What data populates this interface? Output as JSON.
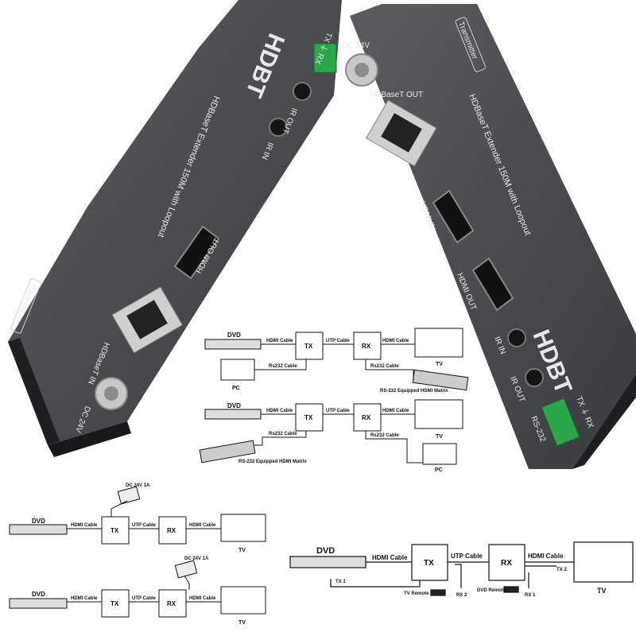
{
  "device_left": {
    "brand": "HDBT",
    "badge": "Receiver",
    "model": "HDBaseT Extender 150M with Loopout",
    "ports": {
      "ir_in": "IR IN",
      "ir_out": "IR OUT",
      "hdmi_out": "HDMI OUT",
      "hdbaset_in": "HDBaseT IN",
      "dc": "DC 24V",
      "tx_rx": "TX ⏚ RX"
    }
  },
  "device_right": {
    "brand": "HDBT",
    "badge": "Transmitter",
    "model": "HDBaseT Extender 150M with Loopout",
    "ports": {
      "dc": "DC 24V",
      "hdbaset_out": "HDBaseT OUT",
      "hdmi_in": "HDMI IN",
      "hdmi_out": "HDMI OUT",
      "ir_in": "IR IN",
      "ir_out": "IR OUT",
      "tx_rx": "TX ⏚ RX",
      "rs232": "RS-232"
    }
  },
  "diagrams": {
    "d1": {
      "dvd": "DVD",
      "hdmi_cable_1": "HDMI Cable",
      "tx": "TX",
      "utp": "UTP Cable",
      "rx": "RX",
      "hdmi_cable_2": "HDMI Cable",
      "tv": "TV",
      "pc": "PC",
      "rs_cable_1": "Rs232 Cable",
      "rs_cable_2": "Rs232 Cable",
      "matrix": "RS-232 Equipped HDMI Matrix"
    },
    "d2": {
      "dvd": "DVD",
      "hdmi_cable_1": "HDMI Cable",
      "tx": "TX",
      "utp": "UTP Cable",
      "rx": "RX",
      "hdmi_cable_2": "HDMI Cable",
      "tv": "TV",
      "pc": "PC",
      "rs_cable_1": "Rs232 Cable",
      "rs_cable_2": "Rs232 Cable",
      "matrix": "RS-232 Equipped HDMI Matrix"
    },
    "d3": {
      "power": "DC 24V 1A",
      "dvd": "DVD",
      "hdmi_cable_1": "HDMI Cable",
      "tx": "TX",
      "utp": "UTP Cable",
      "rx": "RX",
      "hdmi_cable_2": "HDMI Cable",
      "tv": "TV"
    },
    "d4": {
      "power": "DC 24V 1A",
      "dvd": "DVD",
      "hdmi_cable_1": "HDMI Cable",
      "tx": "TX",
      "utp": "UTP Cable",
      "rx": "RX",
      "hdmi_cable_2": "HDMI Cable",
      "tv": "TV"
    },
    "d5": {
      "dvd": "DVD",
      "hdmi_cable_1": "HDMI Cable",
      "tx": "TX",
      "utp": "UTP Cable",
      "rx": "RX",
      "hdmi_cable_2": "HDMI Cable",
      "tv": "TV",
      "tx1": "TX 1",
      "rx2": "RX 2",
      "tv_remote": "TV Remote",
      "dvd_remote": "DVD Remote",
      "rx1": "RX 1",
      "tx2": "TX 2"
    }
  }
}
